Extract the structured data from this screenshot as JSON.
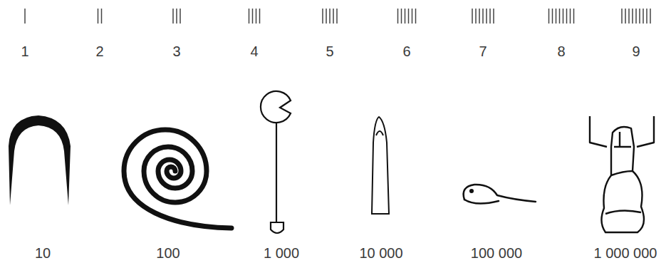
{
  "diagram": {
    "labels": [
      "1",
      "2",
      "3",
      "4",
      "5",
      "6",
      "7",
      "8",
      "9",
      "10",
      "100",
      "1 000",
      "10 000",
      "100 000",
      "1 000 000"
    ]
  }
}
